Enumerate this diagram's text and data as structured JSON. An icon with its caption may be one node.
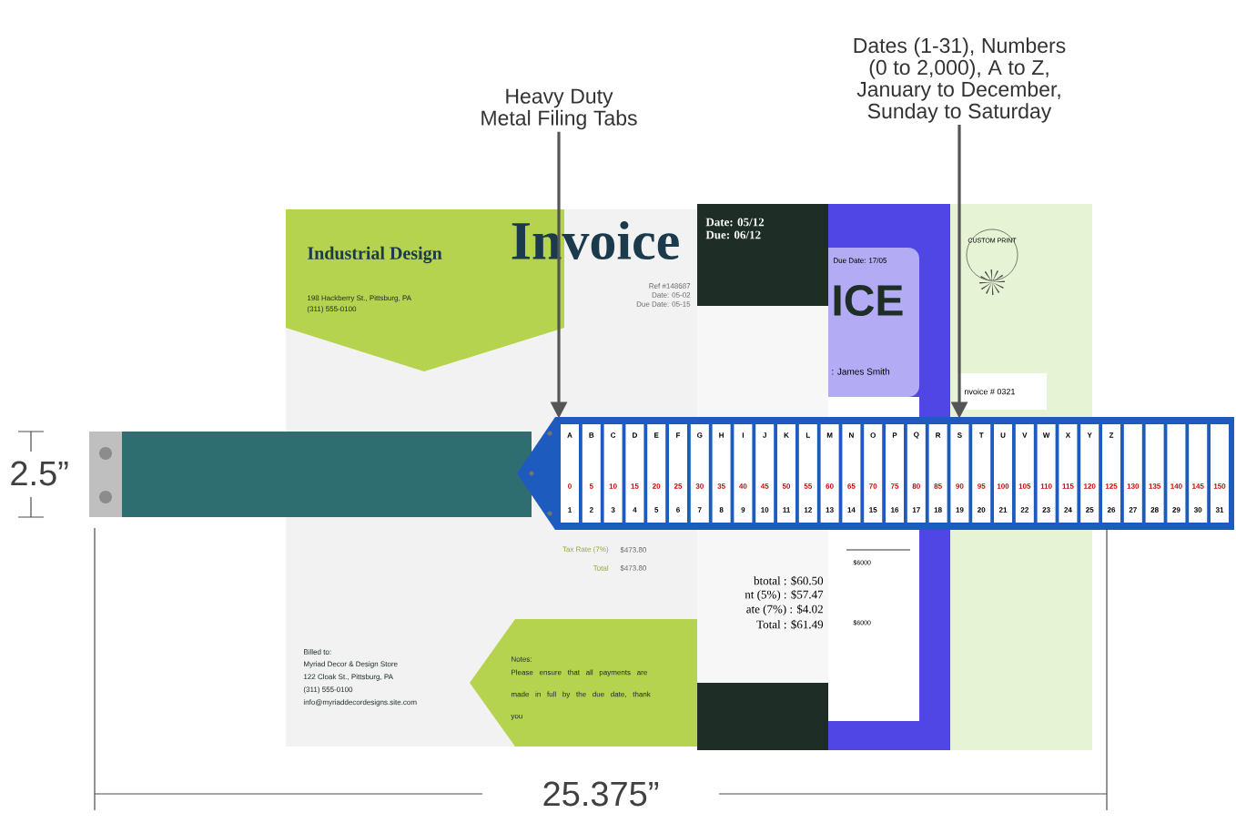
{
  "diagram": {
    "nodes": [
      {
        "text": [
          "Heavy Duty Metal Filing Tabs"
        ]
      },
      {
        "text": [
          "Dates (1-31), Numbers (0 to 2,000), A to Z, January to December, Sunday to Saturday"
        ]
      },
      {
        "text": [],
        "shape": "bar"
      }
    ],
    "edges": [
      {
        "from": 0,
        "to": 2,
        "arrow": "to"
      },
      {
        "from": 1,
        "to": 2,
        "arrow": "to"
      }
    ],
    "labels": [
      "Industrial Design",
      "198 Hackberry St., Pittsburg, PA",
      "(311) 555-0100",
      "Invoice",
      "Ref #148687",
      "Date: 05-02",
      "Due Date: 05-15",
      "Tax Rate (7%)",
      "$473.80",
      "Total",
      "$473.80",
      "Billed to:",
      "Myriad Decor & Design Store",
      "122 Cloak St., Pittsburg, PA",
      "(311) 555-0100",
      "info@myriaddecordesigns.site.com",
      "Notes:",
      "Please ensure that all payments are made in full by the due date, thank you",
      "Date: 05/12",
      "Due: 06/12",
      "btotal : $60.50",
      "nt (5%) : $57.47",
      "ate (7%) : $4.02",
      "Total : $61.49",
      "Due Date: 17/05",
      "ICE",
      ": James Smith",
      "$6000",
      "$6000",
      "nvoice # 0321",
      "CUSTOM PRINT",
      "2.5”",
      "25.375”",
      "A",
      "B",
      "C",
      "D",
      "E",
      "F",
      "G",
      "H",
      "I",
      "J",
      "K",
      "L",
      "M",
      "N",
      "O",
      "P",
      "Q",
      "R",
      "S",
      "T",
      "U",
      "V",
      "W",
      "X",
      "Y",
      "Z",
      "0",
      "5",
      "10",
      "15",
      "20",
      "25",
      "30",
      "35",
      "40",
      "45",
      "50",
      "55",
      "60",
      "65",
      "70",
      "75",
      "80",
      "85",
      "90",
      "95",
      "100",
      "105",
      "110",
      "115",
      "120",
      "125",
      "130",
      "135",
      "140",
      "145",
      "150",
      "1",
      "2",
      "3",
      "4",
      "5",
      "6",
      "7",
      "8",
      "9",
      "10",
      "11",
      "12",
      "13",
      "14",
      "15",
      "16",
      "17",
      "18",
      "19",
      "20",
      "21",
      "22",
      "23",
      "24",
      "25",
      "26",
      "27",
      "28",
      "29",
      "30",
      "31"
    ]
  }
}
